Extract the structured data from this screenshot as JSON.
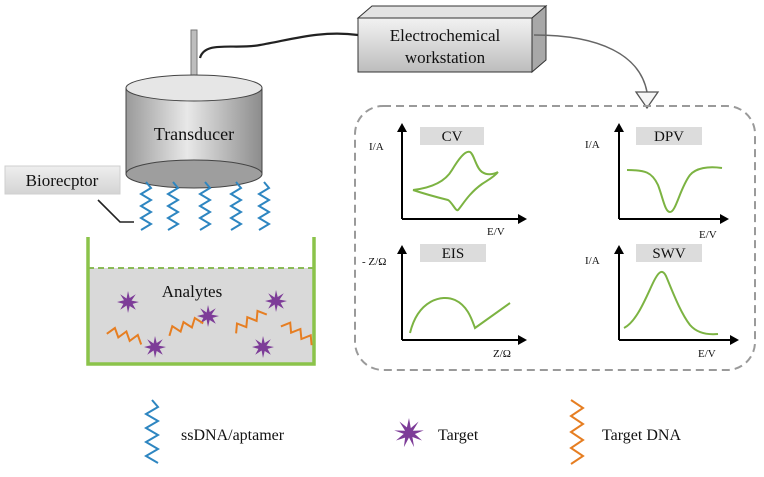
{
  "labels": {
    "workstation_line1": "Electrochemical",
    "workstation_line2": "workstation",
    "transducer": "Transducer",
    "bioreceptor": "Biorecptor",
    "analytes": "Analytes"
  },
  "panels": [
    {
      "title": "CV",
      "ylabel": "I/A",
      "xlabel": "E/V"
    },
    {
      "title": "DPV",
      "ylabel": "I/A",
      "xlabel": "E/V"
    },
    {
      "title": "EIS",
      "ylabel": "- Z/Ω",
      "xlabel": "Z/Ω"
    },
    {
      "title": "SWV",
      "ylabel": "I/A",
      "xlabel": "E/V"
    }
  ],
  "legend": [
    {
      "label": "ssDNA/aptamer",
      "icon": "blue-wave-icon"
    },
    {
      "label": "Target",
      "icon": "purple-star-icon"
    },
    {
      "label": "Target DNA",
      "icon": "orange-zigzag-icon"
    }
  ],
  "colors": {
    "ssdna": "#2e86c1",
    "target": "#7d3c98",
    "target_dna": "#e67e22",
    "curve": "#7cb342",
    "beaker": "#8bc34a",
    "solution": "#d9d9d9",
    "box_border": "#999999"
  }
}
